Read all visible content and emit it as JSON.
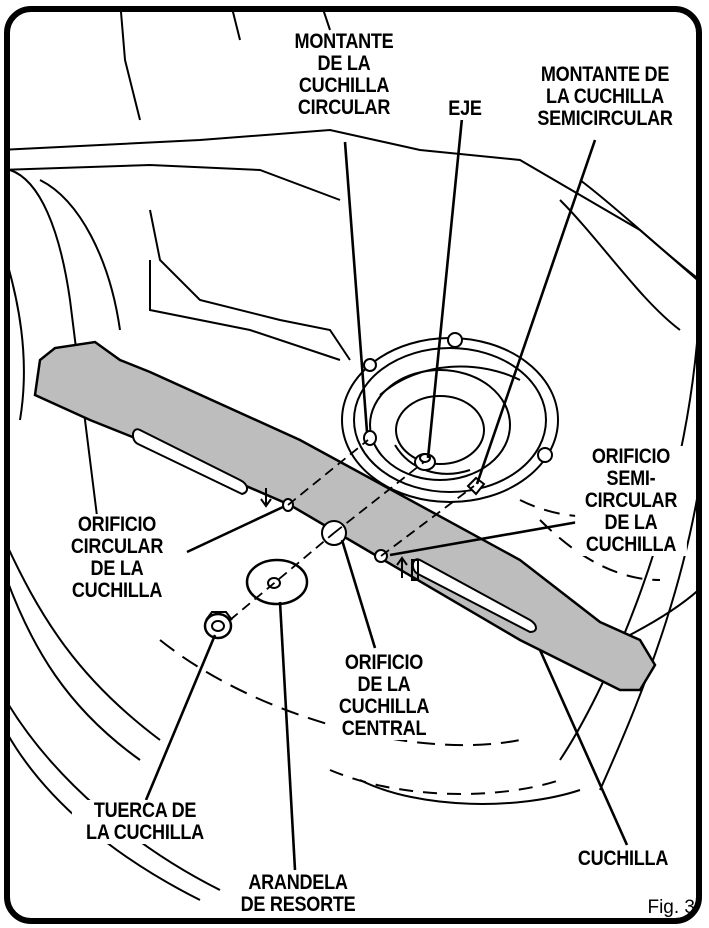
{
  "figure_label": "Fig. 3",
  "labels": {
    "round_blade_stud": [
      "MONTANTE",
      "DE LA",
      "CUCHILLA",
      "CIRCULAR"
    ],
    "spindle": [
      "EJE"
    ],
    "half_moon_blade_stud": [
      "MONTANTE DE",
      "LA CUCHILLA",
      "SEMICIRCULAR"
    ],
    "half_moon_blade_hole": [
      "ORIFICIO",
      "SEMI-",
      "CIRCULAR",
      "DE LA",
      "CUCHILLA"
    ],
    "round_blade_hole": [
      "ORIFICIO",
      "CIRCULAR",
      "DE LA",
      "CUCHILLA"
    ],
    "center_blade_hole": [
      "ORIFICIO",
      "DE LA",
      "CUCHILLA",
      "CENTRAL"
    ],
    "blade_nut": [
      "TUERCA DE",
      "LA CUCHILLA"
    ],
    "blade": [
      "CUCHILLA"
    ],
    "spring_washer": [
      "ARANDELA",
      "DE RESORTE"
    ]
  }
}
